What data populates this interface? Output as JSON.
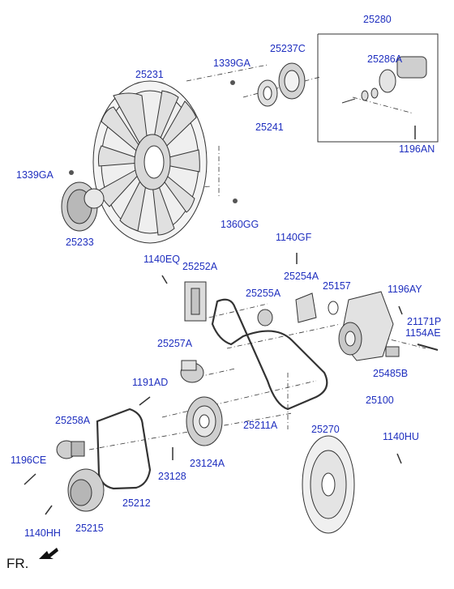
{
  "colors": {
    "label": "#1f2fbf",
    "line": "#333333",
    "part_fill": "#e6e6e6",
    "part_dark": "#9a9a9a"
  },
  "labels": {
    "p25280": "25280",
    "p25237C": "25237C",
    "p1339GA_top": "1339GA",
    "p25286A": "25286A",
    "p25231": "25231",
    "p25241": "25241",
    "p1196AN": "1196AN",
    "p1339GA_left": "1339GA",
    "p1360GG": "1360GG",
    "p25233": "25233",
    "p1140GF": "1140GF",
    "p1140EQ": "1140EQ",
    "p25252A": "25252A",
    "p25254A": "25254A",
    "p25157": "25157",
    "p1196AY": "1196AY",
    "p25255A": "25255A",
    "p21171P": "21171P",
    "p1154AE": "1154AE",
    "p25257A": "25257A",
    "p25485B": "25485B",
    "p1191AD": "1191AD",
    "p25100": "25100",
    "p25211A": "25211A",
    "p25258A": "25258A",
    "p25270": "25270",
    "p1140HU": "1140HU",
    "p1196CE": "1196CE",
    "p23128": "23128",
    "p23124A": "23124A",
    "p25212": "25212",
    "p1140HH": "1140HH",
    "p25215": "25215"
  },
  "direction": {
    "text": "FR.",
    "arrow": "front-direction-arrow"
  }
}
